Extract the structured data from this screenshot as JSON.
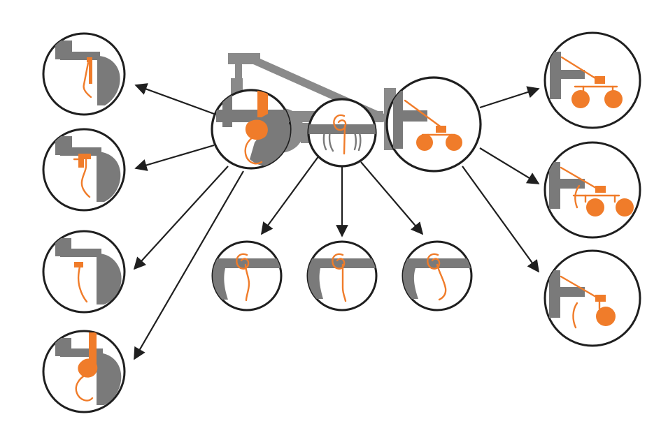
{
  "diagram": {
    "colors": {
      "accent": "#f07c2a",
      "frame": "#7a7a7a",
      "outline": "#1f1f1f",
      "background": "#ffffff"
    },
    "groups": [
      {
        "tool": "tine",
        "variant_count": 4
      },
      {
        "tool": "spring-tine",
        "variant_count": 3
      },
      {
        "tool": "disc-roller",
        "variant_count": 3
      }
    ],
    "icons": [
      "machine-frame-icon",
      "tine-icon",
      "spring-tine-icon",
      "disc-roller-icon",
      "arrow-icon"
    ]
  }
}
